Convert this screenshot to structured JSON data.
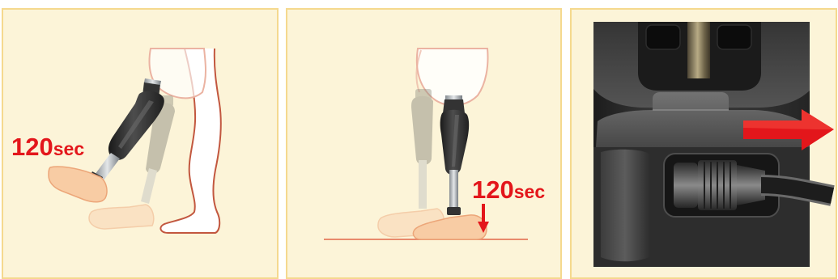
{
  "colors": {
    "accent": "#e3161b",
    "panel_background": "#fcf4d8",
    "panel_border": "#f5d98e",
    "floor_line": "#e88a6c"
  },
  "panels": [
    {
      "duration": {
        "value": "120",
        "unit": "sec"
      }
    },
    {
      "duration": {
        "value": "120",
        "unit": "sec"
      },
      "icon": "down-arrow-icon"
    },
    {
      "icon": "right-arrow-icon"
    }
  ]
}
